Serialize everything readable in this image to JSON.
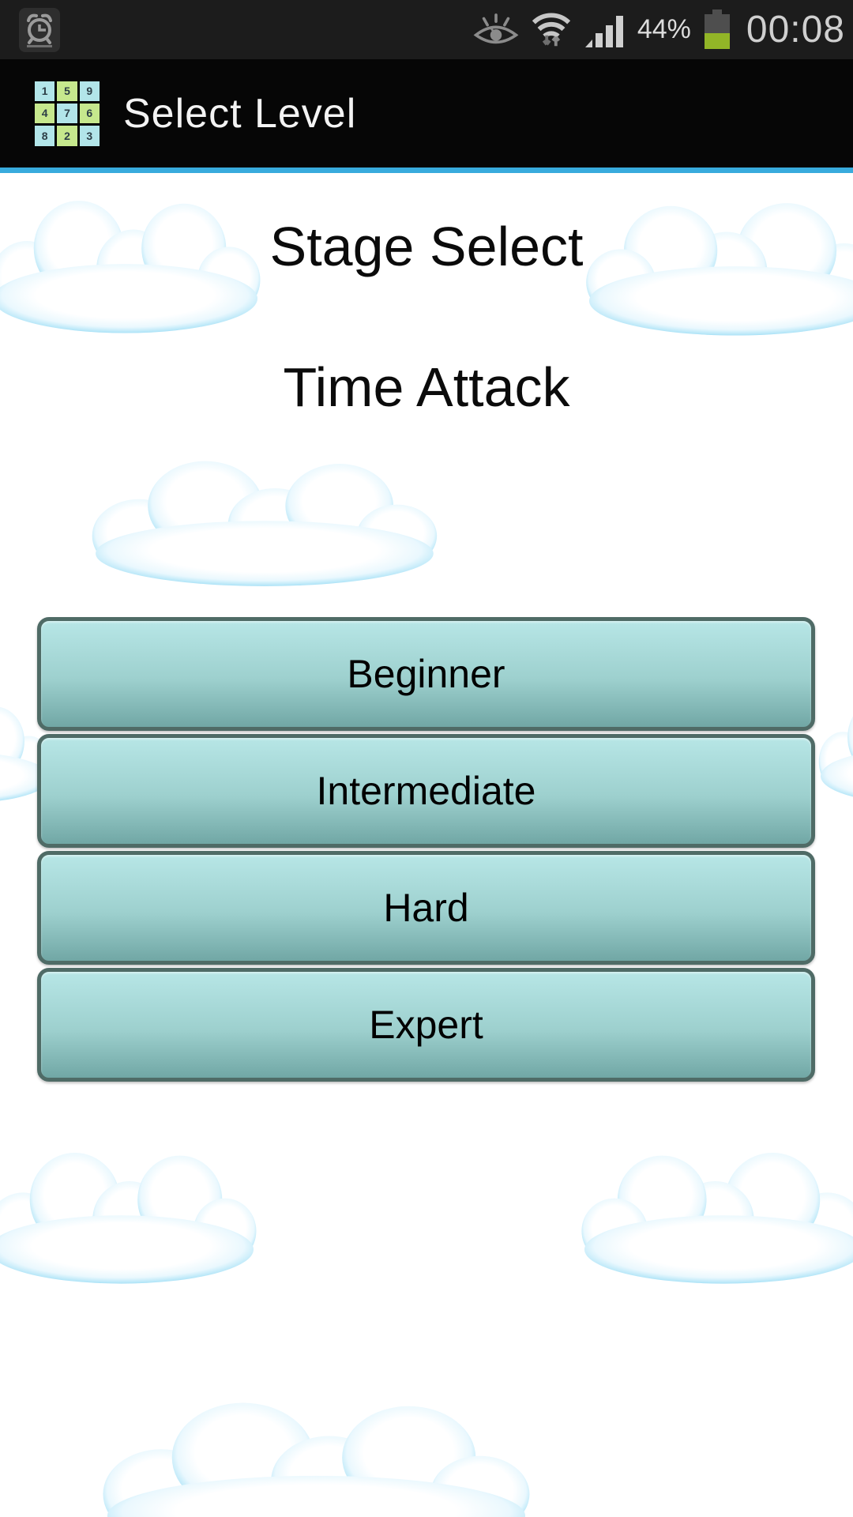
{
  "status_bar": {
    "time": "00:08",
    "battery_percent": "44%",
    "battery_level_percent": 44,
    "background_color": "#1c1c1c",
    "icons": [
      "alarm-icon",
      "smart-stay-eye-icon",
      "wifi-data-icon",
      "signal-strength-icon",
      "battery-icon"
    ]
  },
  "action_bar": {
    "title": "Select Level",
    "background_color": "#060606",
    "accent_line_color": "#38abdd",
    "app_icon": {
      "cells": [
        "1",
        "5",
        "9",
        "4",
        "7",
        "6",
        "8",
        "2",
        "3"
      ],
      "cell_colors": [
        "#b2e5e9",
        "#c6e88d",
        "#b2e5e9",
        "#c6e88d",
        "#b2e5e9",
        "#c6e88d",
        "#b2e5e9",
        "#c6e88d",
        "#b2e5e9"
      ]
    }
  },
  "content": {
    "heading_primary": "Stage Select",
    "heading_secondary": "Time Attack",
    "buttons": [
      {
        "label": "Beginner"
      },
      {
        "label": "Intermediate"
      },
      {
        "label": "Hard"
      },
      {
        "label": "Expert"
      }
    ],
    "button_style": {
      "gradient_top": "#b7e6e6",
      "gradient_bottom": "#71a7a5",
      "border_color": "#4f6b66",
      "text_color": "#000000"
    },
    "decoration": "cartoon-clouds",
    "cloud_rim_color": "#6ac8ef"
  }
}
